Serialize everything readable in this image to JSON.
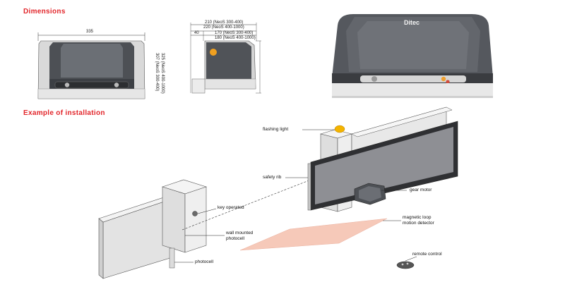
{
  "headings": {
    "dimensions": "Dimensions",
    "installation": "Example of installation"
  },
  "dimensions_drawing": {
    "front_width": "335",
    "side_total_1": "210 (NeoS 300-400)",
    "side_total_2": "220 (NeoS 400-1000)",
    "side_offset": "40",
    "side_depth_1": "170 (NeoS 300-400)",
    "side_depth_2": "180 (NeoS 400-1000)",
    "height_1": "307 (NeoS 300-400)",
    "height_2": "325 (NeoS 400-1000)"
  },
  "product_photo": {
    "brand": "Ditec"
  },
  "installation_labels": {
    "flashing_light": "flashing light",
    "safety_rib": "safety rib",
    "gear_motor": "gear motor",
    "key_operated": "key operated",
    "wall_photocell_line1": "wall mounted",
    "wall_photocell_line2": "photocell",
    "magnetic_loop_line1": "magnetic loop",
    "magnetic_loop_line2": "motion detector",
    "photocell": "photocell",
    "remote_control": "remote control"
  },
  "colors": {
    "accent_red": "#e2262b",
    "housing_dark": "#4a4d52",
    "loop_area": "#f6c9b9",
    "flash_light": "#f4b400"
  }
}
